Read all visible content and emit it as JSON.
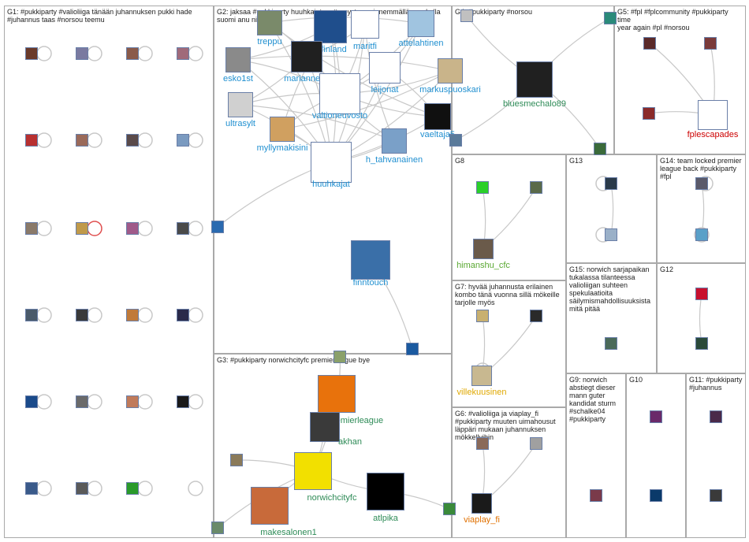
{
  "groups": [
    {
      "id": "G1",
      "label": "G1: #pukkiparty #valioliiga tänään juhannuksen pukki hade\n#juhannus taas #norsou teemu"
    },
    {
      "id": "G2",
      "label": "G2: jaksaa #pukkiparty huuhkajat mutta pystyyn pienemmällä porukalla\nsuomi anu nieminen"
    },
    {
      "id": "G3",
      "label": "G3: #pukkiparty norwichcityfc premierleague bye"
    },
    {
      "id": "G4",
      "label": "G4: #pukkiparty #norsou"
    },
    {
      "id": "G5",
      "label": "G5: #fpl #fplcommunity #pukkiparty time\nyear again #pl #norsou"
    },
    {
      "id": "G6",
      "label": "G6: #valioliiga ja viaplay_fi\n#pukkiparty muuten uimahousut\nläppäri mukaan juhannuksen\nmökkellyihin"
    },
    {
      "id": "G7",
      "label": "G7: hyvää juhannusta erilainen\nkombo tänä vuonna sillä mökeille\ntarjolle myös"
    },
    {
      "id": "G8",
      "label": "G8"
    },
    {
      "id": "G9",
      "label": "G9: norwich\nabstiegt dieser\nmann guter\nkandidat sturm\n#schalke04\n#pukkiparty"
    },
    {
      "id": "G10",
      "label": "G10"
    },
    {
      "id": "G11",
      "label": "G11: #pukkiparty\n#juhannus"
    },
    {
      "id": "G12",
      "label": "G12"
    },
    {
      "id": "G13",
      "label": "G13"
    },
    {
      "id": "G14",
      "label": "G14: team locked premier\nleague back #pukkiparty\n#fpl"
    },
    {
      "id": "G15",
      "label": "G15: norwich sarjapaikan\ntukalassa tilanteessa\nvalioliigan suhteen\nspekulaatioita\nsäilymismahdollisuuksista\nmitä pitää"
    }
  ],
  "labeled_nodes": [
    {
      "id": "treppu",
      "label": "treppu",
      "color": "#1f8fd0"
    },
    {
      "id": "basket",
      "label": "etfinland",
      "color": "#1f8fd0"
    },
    {
      "id": "maritfi",
      "label": "maritfi",
      "color": "#1f8fd0"
    },
    {
      "id": "attelahtinen",
      "label": "attelahtinen",
      "color": "#1f8fd0"
    },
    {
      "id": "esko1st",
      "label": "esko1st",
      "color": "#1f8fd0"
    },
    {
      "id": "mariannemi",
      "label": "mariannemi",
      "color": "#1f8fd0"
    },
    {
      "id": "leijonat",
      "label": "leijonat",
      "color": "#1f8fd0"
    },
    {
      "id": "markuspuoskari",
      "label": "markuspuoskari",
      "color": "#1f8fd0"
    },
    {
      "id": "ultrasylt",
      "label": "ultrasylt",
      "color": "#1f8fd0"
    },
    {
      "id": "valtioneuvosto",
      "label": "valtioneuvosto",
      "color": "#1f8fd0"
    },
    {
      "id": "vaeltaja5",
      "label": "vaeltaja5",
      "color": "#1f8fd0"
    },
    {
      "id": "myllymakisini",
      "label": "myllymakisini",
      "color": "#1f8fd0"
    },
    {
      "id": "huuhkajat",
      "label": "huuhkajat",
      "color": "#1f8fd0"
    },
    {
      "id": "h_tahvanainen",
      "label": "h_tahvanainen",
      "color": "#1f8fd0"
    },
    {
      "id": "finntouch",
      "label": "finntouch",
      "color": "#1f8fd0"
    },
    {
      "id": "bluesmechalo89",
      "label": "bluesmechalo89",
      "color": "#2e8b57"
    },
    {
      "id": "fplescapades",
      "label": "fplescapades",
      "color": "#cc0000"
    },
    {
      "id": "himanshu_cfc",
      "label": "himanshu_cfc",
      "color": "#5aa832"
    },
    {
      "id": "villekuusinen",
      "label": "villekuusinen",
      "color": "#e0a800"
    },
    {
      "id": "viaplay_fi",
      "label": "viaplay_fi",
      "color": "#e07000"
    },
    {
      "id": "premierleague",
      "label": "premierleague",
      "color": "#2e8b57"
    },
    {
      "id": "akhan",
      "label": "akhan",
      "color": "#2e8b57"
    },
    {
      "id": "norwichcityfc",
      "label": "norwichcityfc",
      "color": "#2e8b57"
    },
    {
      "id": "atlpika",
      "label": "atlpika",
      "color": "#2e8b57"
    },
    {
      "id": "makesalonen1",
      "label": "makesalonen1",
      "color": "#2e8b57"
    }
  ]
}
